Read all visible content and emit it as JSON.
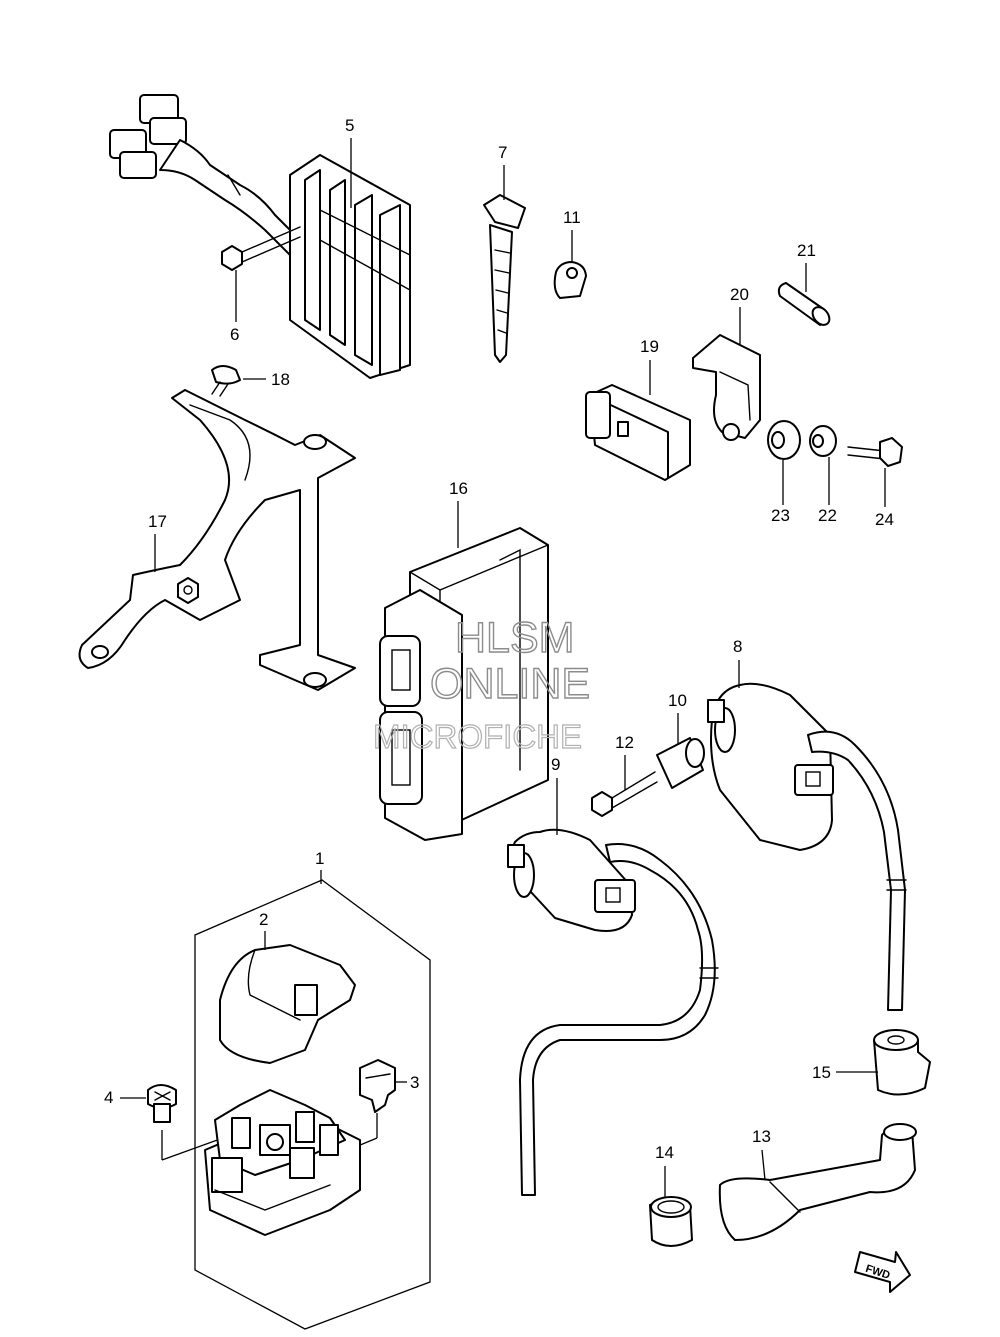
{
  "callouts": {
    "c1": "1",
    "c2": "2",
    "c3": "3",
    "c4": "4",
    "c5": "5",
    "c6": "6",
    "c7": "7",
    "c8": "8",
    "c9": "9",
    "c10": "10",
    "c11": "11",
    "c12": "12",
    "c13": "13",
    "c14": "14",
    "c15": "15",
    "c16": "16",
    "c17": "17",
    "c18": "18",
    "c19": "19",
    "c20": "20",
    "c21": "21",
    "c22": "22",
    "c23": "23",
    "c24": "24"
  },
  "watermark": {
    "line1": "HLSM",
    "line2": "ONLINE",
    "line3": "MICROFICHE"
  },
  "direction_badge": {
    "label": "FWD"
  }
}
